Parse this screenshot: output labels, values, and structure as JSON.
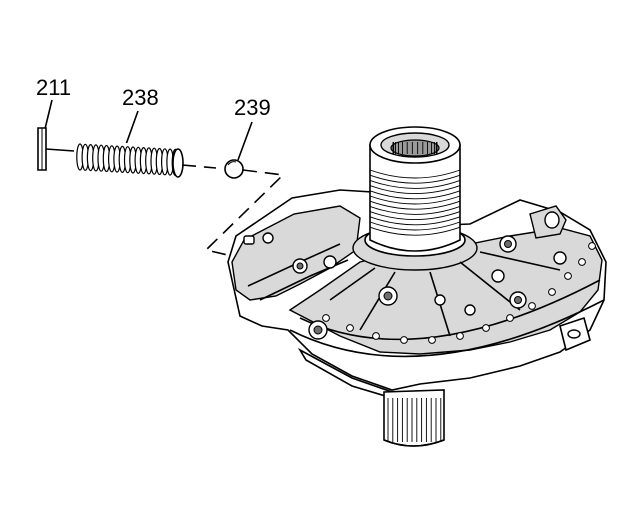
{
  "labels": {
    "part_211": "211",
    "part_238": "238",
    "part_239": "239"
  }
}
